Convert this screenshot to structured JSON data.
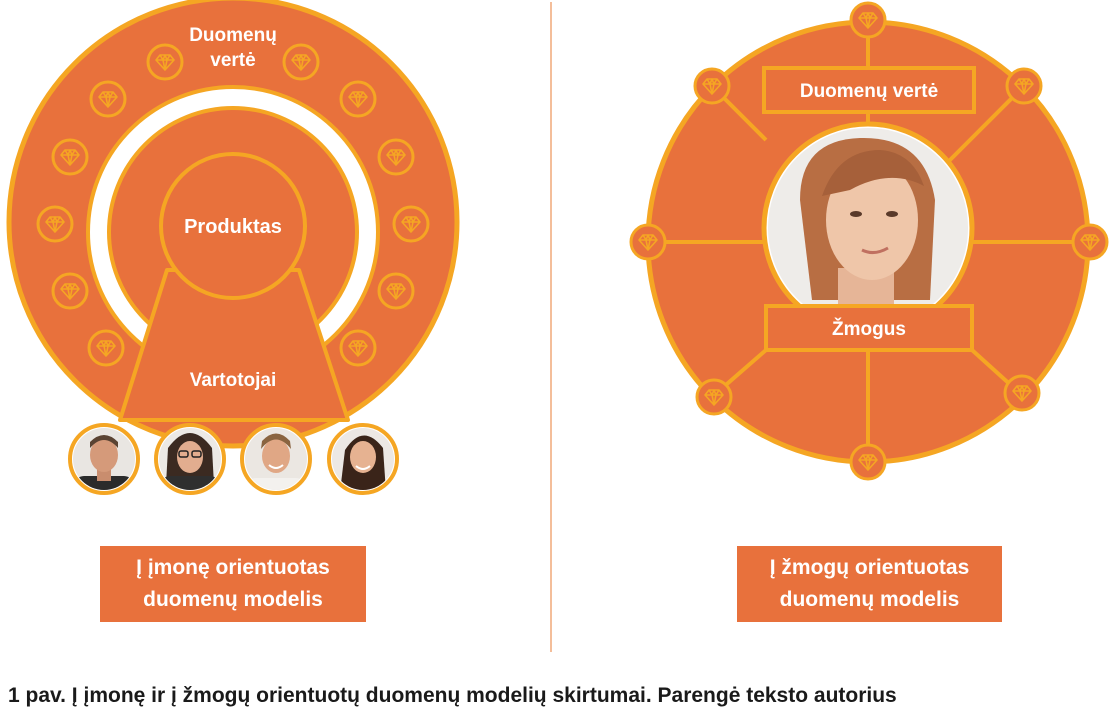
{
  "left": {
    "ring_label": [
      "Duomenų",
      "vertė"
    ],
    "product_label": "Produktas",
    "users_label": "Vartotojai",
    "users": [
      "man-portrait",
      "woman-glasses-portrait",
      "smiling-man-portrait",
      "woman-portrait"
    ],
    "caption": [
      "Į įmonę orientuotas",
      "duomenų modelis"
    ]
  },
  "right": {
    "value_label": "Duomenų vertė",
    "person_label": "Žmogus",
    "caption": [
      "Į žmogų orientuotas",
      "duomenų modelis"
    ]
  },
  "figure_caption": "1 pav. Į įmonę ir į žmogų orientuotų duomenų modelių skirtumai. Parengė teksto autorius",
  "colors": {
    "orange": "#e8713c",
    "yellow": "#f5a623",
    "white": "#ffffff",
    "divider": "#f0a878"
  },
  "icons": {
    "data_value": "diamond-icon"
  }
}
